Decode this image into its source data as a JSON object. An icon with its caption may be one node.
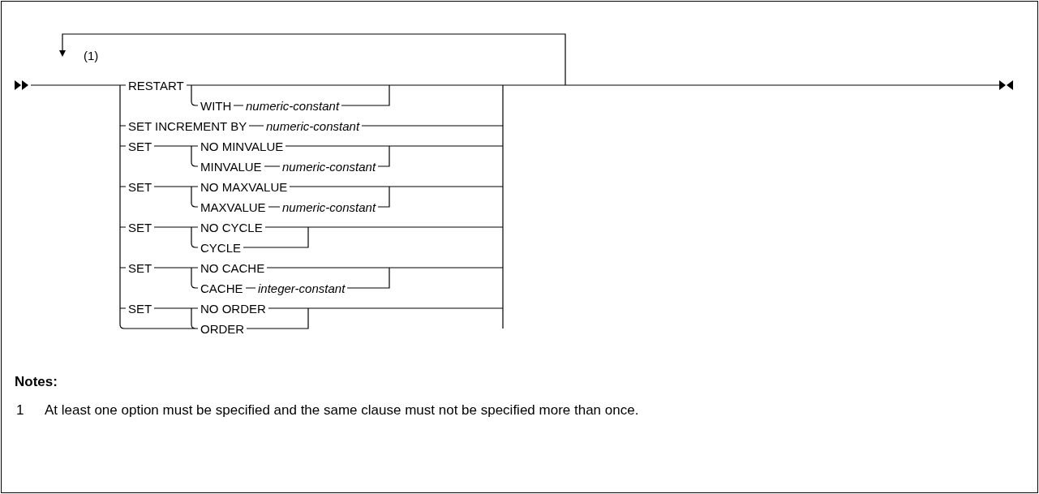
{
  "diagram": {
    "labels": [
      "(1)",
      "RESTART",
      "WITH",
      "numeric-constant",
      "SET INCREMENT BY",
      "numeric-constant",
      "SET",
      "NO MINVALUE",
      "MINVALUE",
      "numeric-constant",
      "SET",
      "NO MAXVALUE",
      "MAXVALUE",
      "numeric-constant",
      "SET",
      "NO CYCLE",
      "CYCLE",
      "SET",
      "NO CACHE",
      "CACHE",
      "integer-constant",
      "SET",
      "NO ORDER",
      "ORDER",
      "Notes:",
      "1",
      "At least one option must be specified and the same clause must not be specified more than once."
    ]
  }
}
